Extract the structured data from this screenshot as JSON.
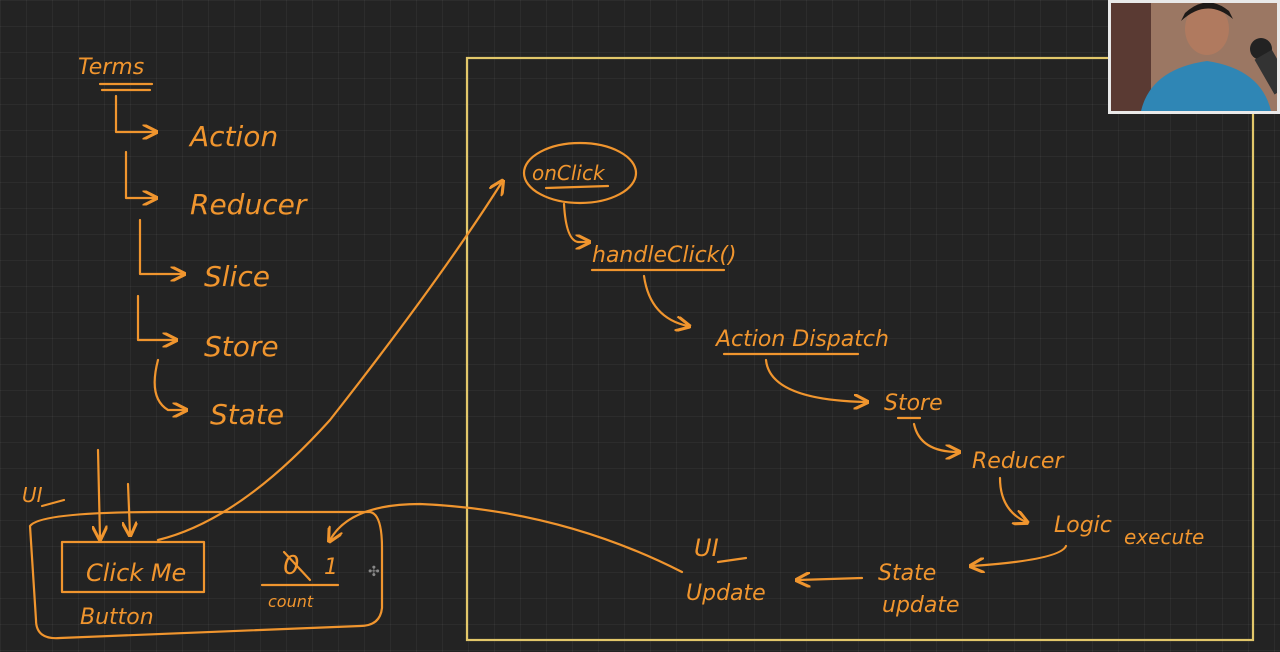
{
  "colors": {
    "ink": "#f0952e",
    "frame": "#e2c76a",
    "background": "#232323"
  },
  "terms": {
    "heading": "Terms",
    "items": [
      "Action",
      "Reducer",
      "Slice",
      "Store",
      "State"
    ]
  },
  "ui": {
    "label": "UI",
    "button_text": "Click Me",
    "button_caption": "Button",
    "count_value": "0",
    "count_new_value": "1",
    "count_label": "count"
  },
  "flow": {
    "onclick": "onClick",
    "handle_click": "handleClick()",
    "action_dispatch": "Action Dispatch",
    "store": "Store",
    "reducer": "Reducer",
    "logic": "Logic",
    "execute": "execute",
    "state_update_1": "State",
    "state_update_2": "update",
    "ui_update_1": "UI",
    "ui_update_2": "Update"
  },
  "webcam": {
    "icon": "presenter-webcam"
  }
}
